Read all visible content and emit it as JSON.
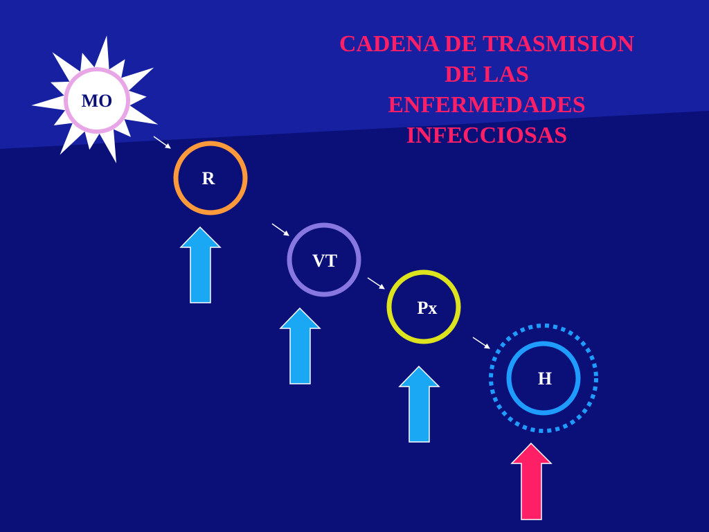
{
  "slide": {
    "title_lines": [
      "CADENA DE TRASMISION",
      "DE LAS",
      "ENFERMEDADES",
      "INFECCIOSAS"
    ],
    "title_color": "#ff1f66",
    "background_color": "#0a1078",
    "nodes": [
      {
        "label": "MO",
        "shape": "starburst",
        "color": "#ffffff",
        "ring_color": "#e9a6e6"
      },
      {
        "label": "R",
        "shape": "ring",
        "color": "#ff9a3c"
      },
      {
        "label": "VT",
        "shape": "ring",
        "color": "#8877e0"
      },
      {
        "label": "Px",
        "shape": "ring",
        "color": "#dde31e"
      },
      {
        "label": "H",
        "shape": "ring-with-dotted-halo",
        "color": "#1f9cff"
      }
    ],
    "up_arrows": [
      {
        "color": "#1aa8f5"
      },
      {
        "color": "#1aa8f5"
      },
      {
        "color": "#1aa8f5"
      },
      {
        "color": "#ff1f66"
      }
    ]
  }
}
